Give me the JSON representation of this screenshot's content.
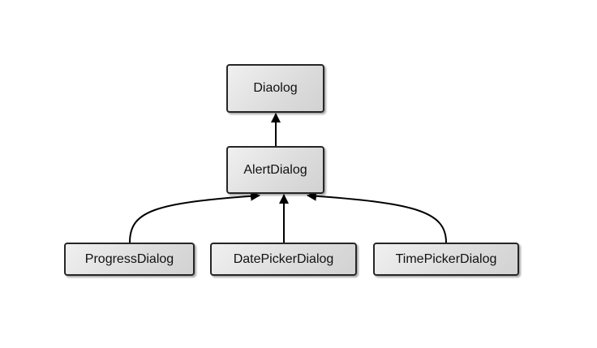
{
  "diagram": {
    "nodes": {
      "dialog": "Diaolog",
      "alert_dialog": "AlertDialog",
      "progress_dialog": "ProgressDialog",
      "date_picker_dialog": "DatePickerDialog",
      "time_picker_dialog": "TimePickerDialog"
    },
    "edges": [
      {
        "from": "AlertDialog",
        "to": "Diaolog"
      },
      {
        "from": "ProgressDialog",
        "to": "AlertDialog"
      },
      {
        "from": "DatePickerDialog",
        "to": "AlertDialog"
      },
      {
        "from": "TimePickerDialog",
        "to": "AlertDialog"
      }
    ]
  }
}
